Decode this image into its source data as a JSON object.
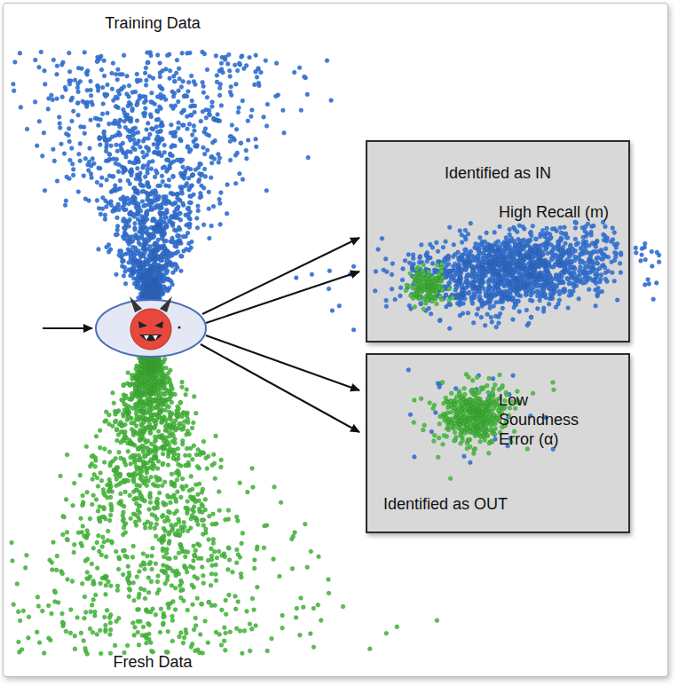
{
  "diagram": {
    "nodes": [
      {
        "text": [
          "Identified as IN",
          "High Recall (m)"
        ]
      },
      {
        "text": [
          "Low Soundness Error (α)",
          "Identified as OUT"
        ]
      }
    ],
    "labels": [
      "Training Data",
      "Fresh Data"
    ]
  }
}
